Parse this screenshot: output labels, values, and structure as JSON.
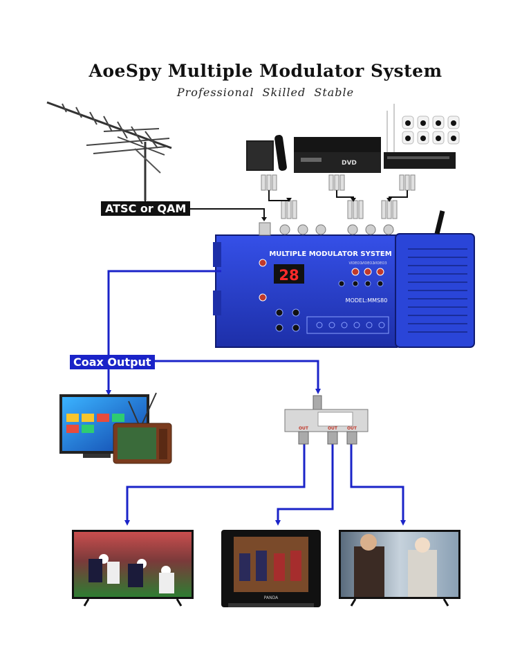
{
  "title": "AoeSpy Multiple Modulator System",
  "subtitle": "Professional  Skilled  Stable",
  "labels": {
    "input": "ATSC or QAM",
    "output": "Coax Output"
  },
  "device": {
    "name": "MULTIPLE MODULATOR SYSTEM",
    "model": "MODEL:MMS80",
    "display": "28",
    "ch_labels": [
      "VIDEO1",
      "VIDEO2",
      "VIDEO3"
    ]
  },
  "splitter": {
    "out_labels": [
      "OUT",
      "OUT",
      "OUT"
    ]
  },
  "tv_brand": "PANDA",
  "colors": {
    "wire": "#1a23c8",
    "device_blue": "#2a3fd0",
    "label_dark": "#111111"
  }
}
